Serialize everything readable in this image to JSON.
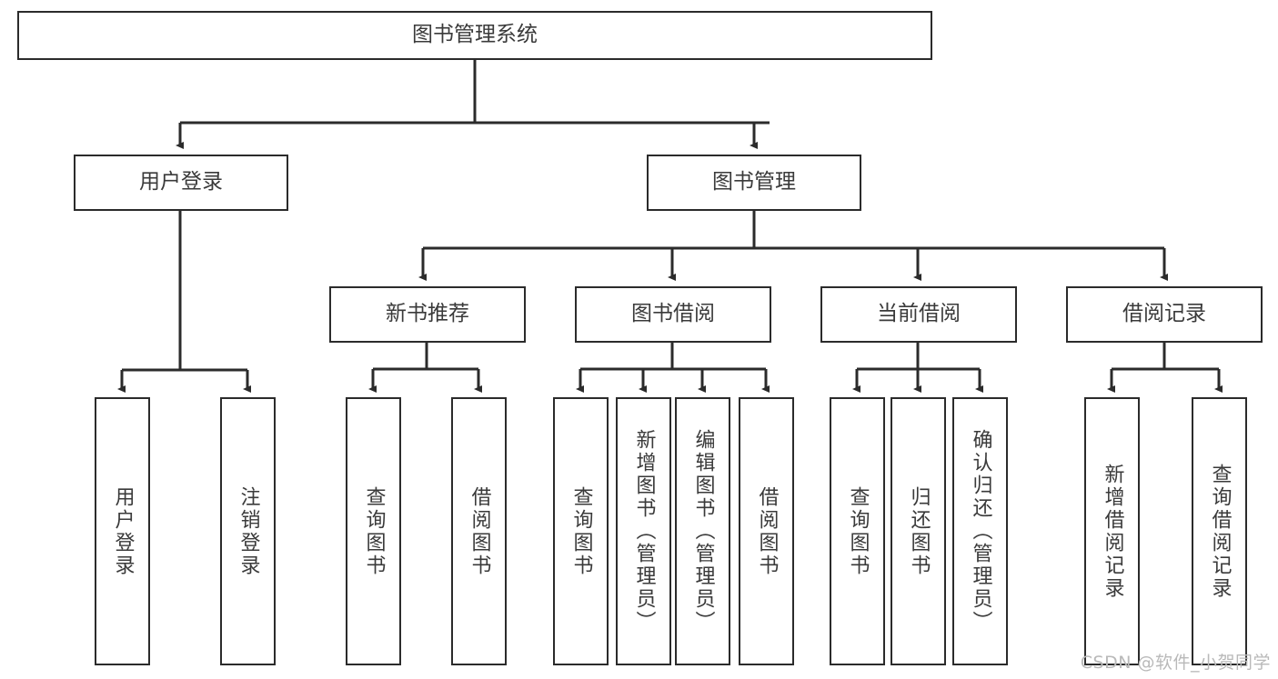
{
  "diagram": {
    "title": "图书管理系统",
    "type": "tree-hierarchy",
    "watermark": "CSDN @软件_小贺同学",
    "colors": {
      "border": "#2b2b2b",
      "text": "#3a3a3a",
      "background": "#ffffff",
      "watermark": "#b9b9b9"
    },
    "nodes": {
      "root": {
        "label": "图书管理系统"
      },
      "level1": [
        {
          "id": "user-login",
          "label": "用户登录"
        },
        {
          "id": "book-management",
          "label": "图书管理"
        }
      ],
      "level2": [
        {
          "id": "new-book-recommend",
          "label": "新书推荐"
        },
        {
          "id": "book-borrow",
          "label": "图书借阅"
        },
        {
          "id": "current-borrow",
          "label": "当前借阅"
        },
        {
          "id": "borrow-record",
          "label": "借阅记录"
        }
      ],
      "leaves": {
        "user-login": [
          {
            "id": "leaf-user-login",
            "label": "用户登录"
          },
          {
            "id": "leaf-logout-login",
            "label": "注销登录"
          }
        ],
        "new-book-recommend": [
          {
            "id": "leaf-query-book-1",
            "label": "查询图书"
          },
          {
            "id": "leaf-borrow-book-1",
            "label": "借阅图书"
          }
        ],
        "book-borrow": [
          {
            "id": "leaf-query-book-2",
            "label": "查询图书"
          },
          {
            "id": "leaf-add-book-admin",
            "label": "新增图书（管理员）"
          },
          {
            "id": "leaf-edit-book-admin",
            "label": "编辑图书（管理员）"
          },
          {
            "id": "leaf-borrow-book-2",
            "label": "借阅图书"
          }
        ],
        "current-borrow": [
          {
            "id": "leaf-query-book-3",
            "label": "查询图书"
          },
          {
            "id": "leaf-return-book",
            "label": "归还图书"
          },
          {
            "id": "leaf-confirm-return-admin",
            "label": "确认归还（管理员）"
          }
        ],
        "borrow-record": [
          {
            "id": "leaf-add-borrow-record",
            "label": "新增借阅记录"
          },
          {
            "id": "leaf-query-borrow-record",
            "label": "查询借阅记录"
          }
        ]
      }
    }
  }
}
